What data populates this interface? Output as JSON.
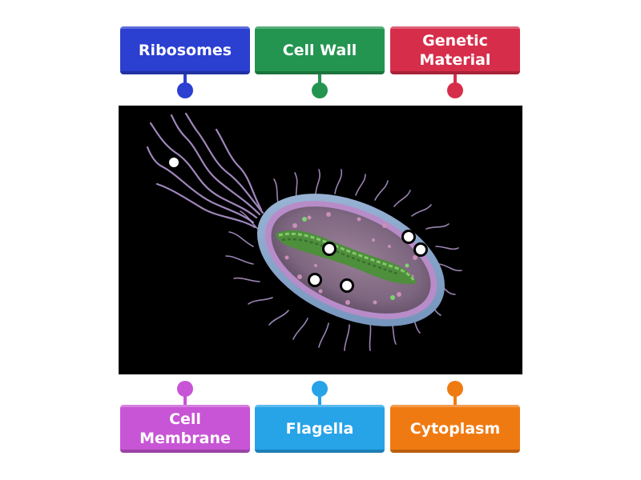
{
  "labels": {
    "top": [
      {
        "text": "Ribosomes",
        "color": "#2b3fd1"
      },
      {
        "text": "Cell Wall",
        "color": "#239550"
      },
      {
        "text": "Genetic\nMaterial",
        "color": "#d62e4a"
      }
    ],
    "bottom": [
      {
        "text": "Cell\nMembrane",
        "color": "#c755d5"
      },
      {
        "text": "Flagella",
        "color": "#27a3e8"
      },
      {
        "text": "Cytoplasm",
        "color": "#f07a12"
      }
    ]
  },
  "image": {
    "subject": "bacterium-illustration",
    "background_color": "#000000"
  }
}
